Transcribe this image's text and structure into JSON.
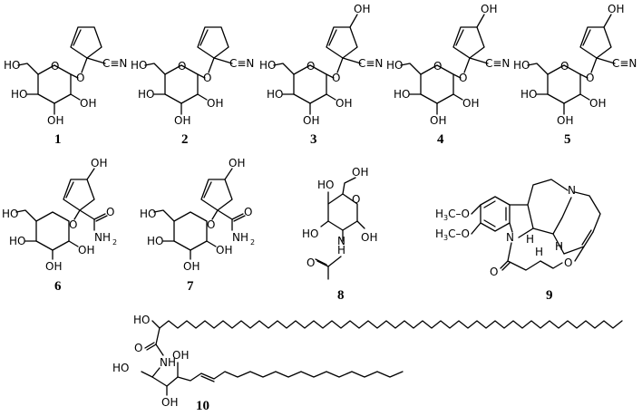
{
  "compounds": [
    {
      "number": "1"
    },
    {
      "number": "2"
    },
    {
      "number": "3"
    },
    {
      "number": "4"
    },
    {
      "number": "5"
    },
    {
      "number": "6"
    },
    {
      "number": "7"
    },
    {
      "number": "8"
    },
    {
      "number": "9"
    },
    {
      "number": "10"
    }
  ],
  "atom_labels": {
    "ho": "HO",
    "oh": "OH",
    "o": "O",
    "n": "N",
    "cn": "C≡N",
    "nh2": "NH",
    "h3co": "H",
    "h": "H",
    "nh": "NH"
  }
}
